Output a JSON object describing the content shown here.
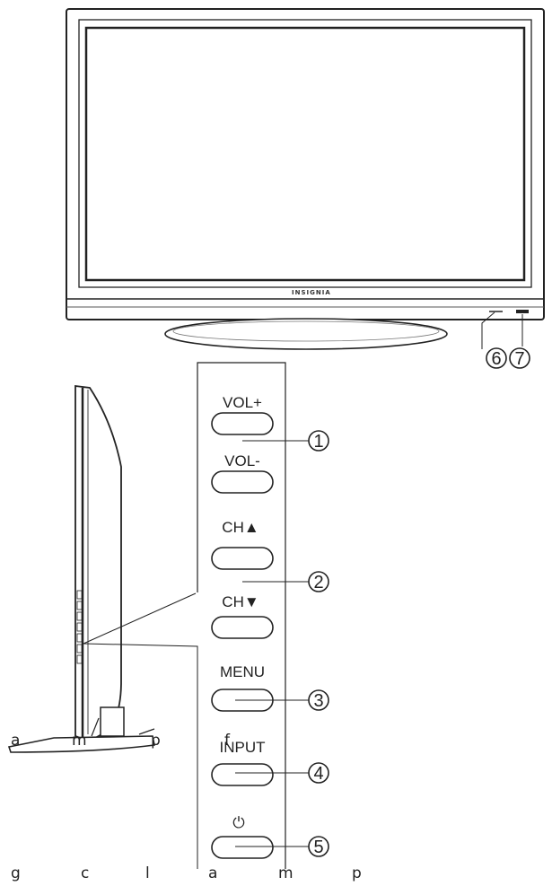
{
  "tv_front": {
    "brand": "INSIGNIA",
    "logos": [
      "",
      "",
      ""
    ]
  },
  "callouts": {
    "c1": "1",
    "c2": "2",
    "c3": "3",
    "c4": "4",
    "c5": "5",
    "c6": "6",
    "c7": "7"
  },
  "buttons": {
    "vol_up": "VOL+",
    "vol_down": "VOL-",
    "ch_up": "CH▲",
    "ch_down": "CH▼",
    "menu": "MENU",
    "input": "INPUT",
    "power_symbol": "⏻"
  },
  "stray_letters": {
    "left_row": [
      "a",
      "m",
      "p",
      "f"
    ],
    "bottom_row": [
      "g",
      "c",
      "l",
      "a",
      "m",
      "p"
    ]
  }
}
